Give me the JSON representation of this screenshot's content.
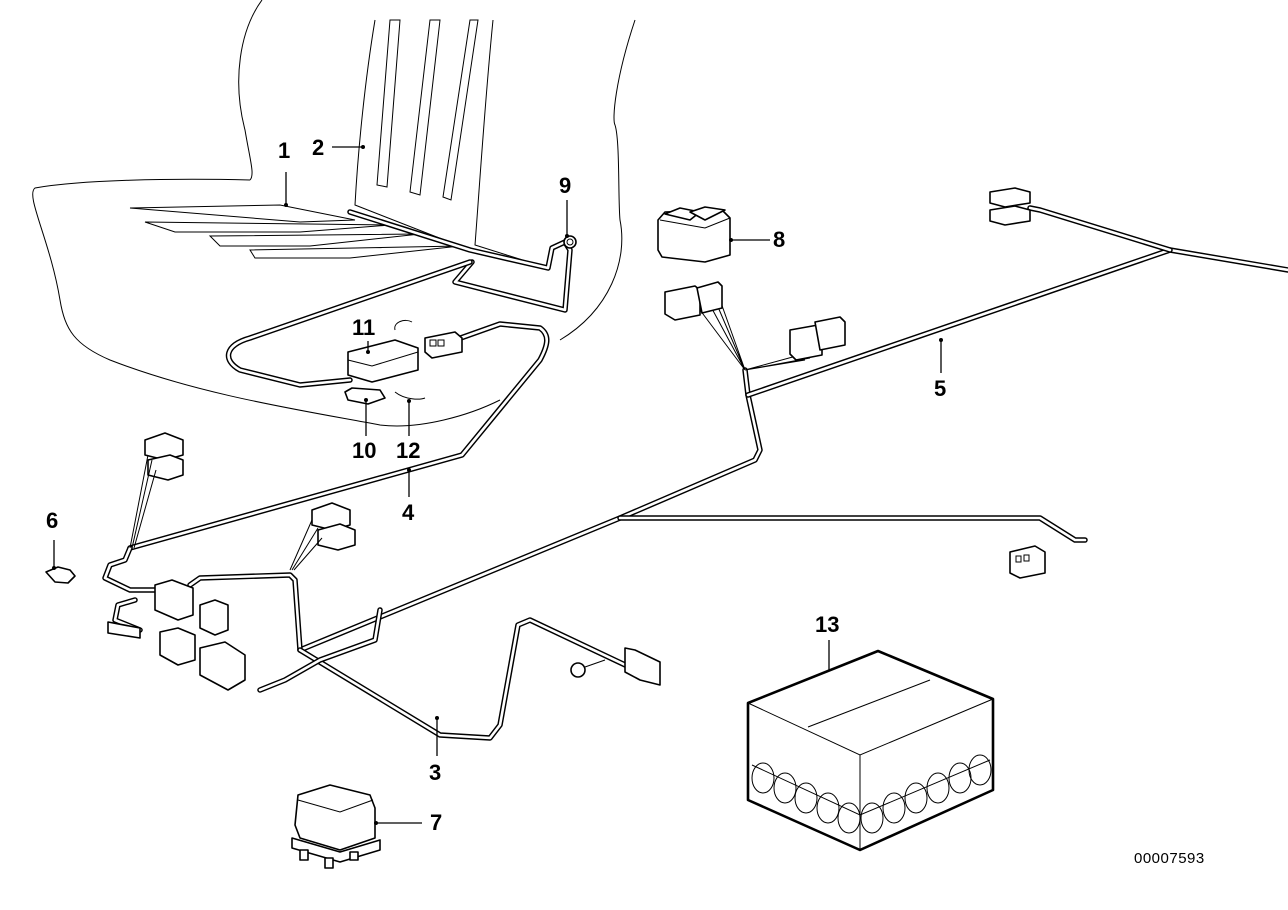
{
  "title": "Seat heating wiring harness – parts diagram",
  "document_number": "00007593",
  "callouts": [
    {
      "number": "1",
      "part": "seat-cushion-heating-element"
    },
    {
      "number": "2",
      "part": "backrest-heating-element"
    },
    {
      "number": "3",
      "part": "wiring-harness-3"
    },
    {
      "number": "4",
      "part": "wiring-harness-4"
    },
    {
      "number": "5",
      "part": "wiring-harness-5"
    },
    {
      "number": "6",
      "part": "cable-clip"
    },
    {
      "number": "7",
      "part": "relay"
    },
    {
      "number": "8",
      "part": "switch"
    },
    {
      "number": "9",
      "part": "grommet"
    },
    {
      "number": "10",
      "part": "bracket"
    },
    {
      "number": "11",
      "part": "thermostat"
    },
    {
      "number": "12",
      "part": "clip"
    },
    {
      "number": "13",
      "part": "parts-box"
    }
  ],
  "colors": {
    "line": "#000000",
    "background": "#ffffff"
  }
}
